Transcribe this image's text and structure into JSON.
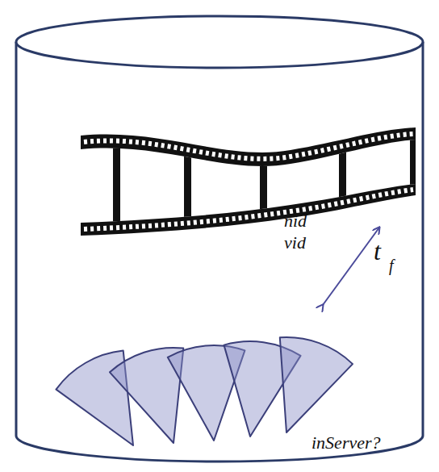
{
  "diagram": {
    "labels": [
      "nid",
      "vid",
      "t",
      "f",
      "inServer?"
    ]
  }
}
